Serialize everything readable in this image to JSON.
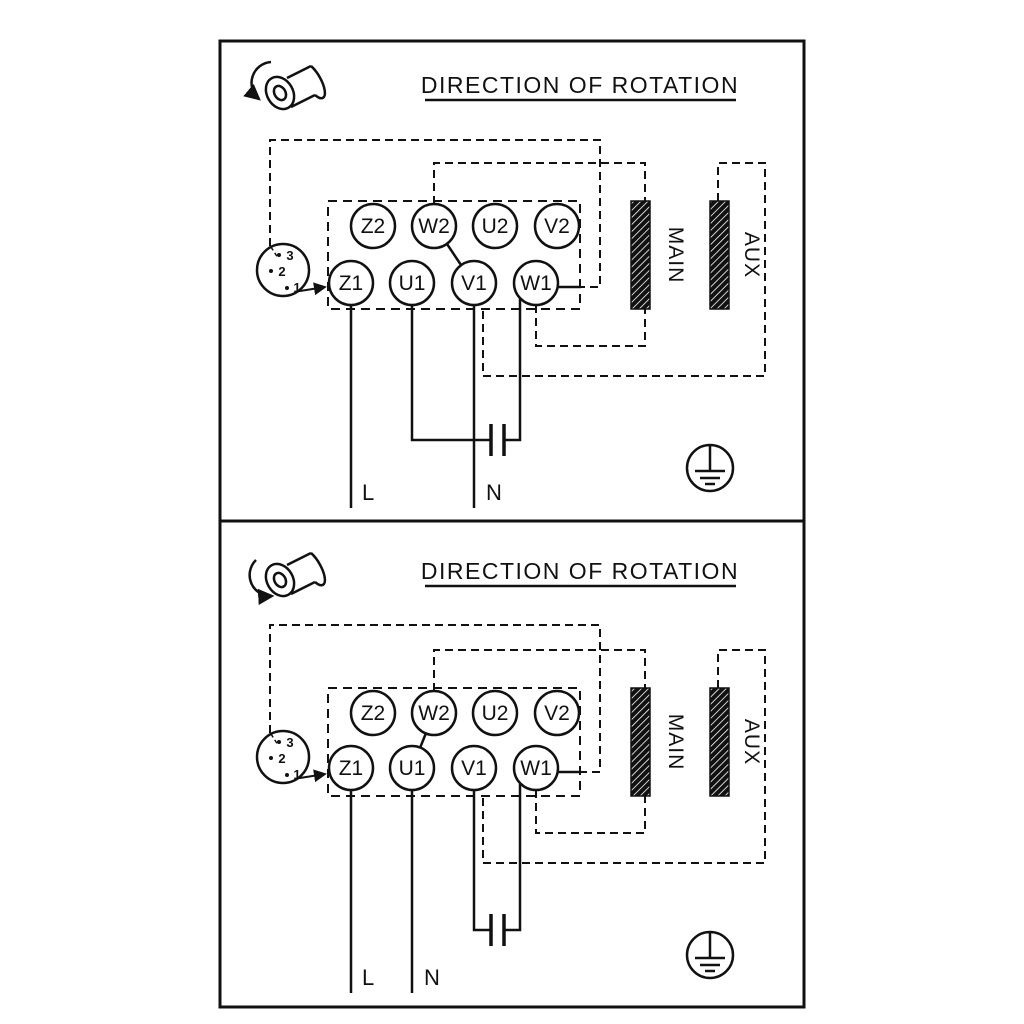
{
  "diagram": {
    "colors": {
      "line": "#111111",
      "background": "#ffffff"
    },
    "panels": [
      {
        "title": "DIRECTION OF ROTATION",
        "terminals_top": [
          "Z2",
          "W2",
          "U2",
          "V2"
        ],
        "terminals_bottom": [
          "Z1",
          "U1",
          "V1",
          "W1"
        ],
        "main_label": "MAIN",
        "aux_label": "AUX",
        "line_label": "L",
        "neutral_label": "N",
        "selector_positions": [
          "3",
          "2",
          "1"
        ]
      },
      {
        "title": "DIRECTION OF ROTATION",
        "terminals_top": [
          "Z2",
          "W2",
          "U2",
          "V2"
        ],
        "terminals_bottom": [
          "Z1",
          "U1",
          "V1",
          "W1"
        ],
        "main_label": "MAIN",
        "aux_label": "AUX",
        "line_label": "L",
        "neutral_label": "N",
        "selector_positions": [
          "3",
          "2",
          "1"
        ]
      }
    ]
  }
}
